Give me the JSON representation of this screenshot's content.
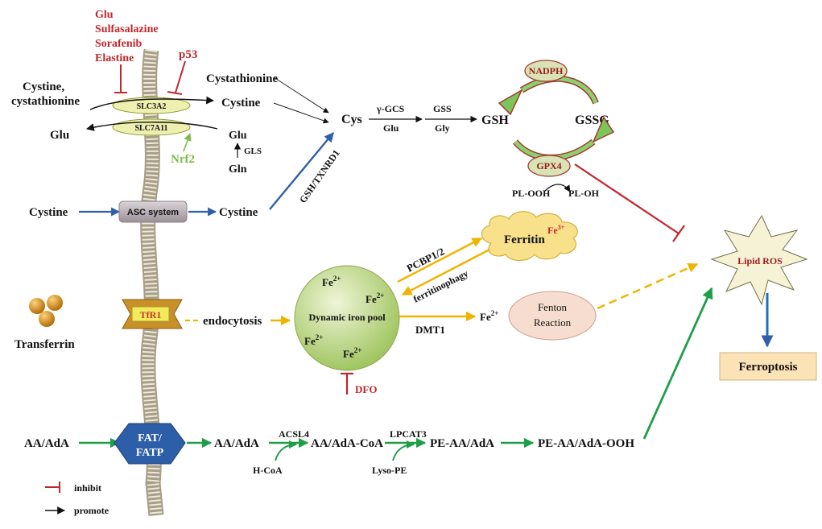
{
  "colors": {
    "inhibit": "#c0262c",
    "promote": "#111111",
    "green_arrow": "#1f9e48",
    "blue_arrow": "#2e5fa8",
    "yellow_arrow": "#f0b400",
    "membrane": "#c8c2b0",
    "ferroptosis_box": "#fbe3b6"
  },
  "inhibitors": {
    "list": [
      "Glu",
      "Sulfasalazine",
      "Sorafenib",
      "Elastine"
    ],
    "p53": "p53",
    "nrf2": "Nrf2",
    "dfo": "DFO"
  },
  "transport": {
    "cystine_cystathionine_1": "Cystine,",
    "cystine_cystathionine_2": "cystathionine",
    "glu_out": "Glu",
    "slc3a2": "SLC3A2",
    "slc7a11": "SLC7A11",
    "cystathionine": "Cystathionine",
    "cystine_in": "Cystine",
    "glu_in": "Glu",
    "gls": "GLS",
    "gln": "Gln",
    "cystine_out2": "Cystine",
    "asc_system": "ASC system",
    "cystine_in2": "Cystine",
    "gsh_txnrd1": "GSH/TXNRD1"
  },
  "gsh_pathway": {
    "cys": "Cys",
    "gamma_gcs": "γ-GCS",
    "glu": "Glu",
    "gss": "GSS",
    "gly": "Gly",
    "gsh": "GSH",
    "gssg": "GSSG",
    "nadph": "NADPH",
    "gpx4": "GPX4",
    "pl_ooh": "PL-OOH",
    "pl_oh": "PL-OH"
  },
  "iron": {
    "transferrin": "Transferrin",
    "tfr1": "TfR1",
    "endocytosis": "endocytosis",
    "pool_label": "Dynamic iron pool",
    "fe2": "Fe",
    "fe2_sup": "2+",
    "fe3_sup": "3+",
    "ferritin": "Ferritin",
    "pcbp": "PCBP1/2",
    "ferritinophagy": "ferritinophagy",
    "dmt1": "DMT1",
    "fenton_1": "Fenton",
    "fenton_2": "Reaction"
  },
  "lipid": {
    "aa_ada": "AA/AdA",
    "fat_1": "FAT/",
    "fat_2": "FATP",
    "aa_ada_in": "AA/AdA",
    "acsl4": "ACSL4",
    "hcoa": "H-CoA",
    "aa_ada_coa": "AA/AdA-CoA",
    "lpcat3": "LPCAT3",
    "lyso_pe": "Lyso-PE",
    "pe_aa_ada": "PE-AA/AdA",
    "pe_aa_ada_ooh": "PE-AA/AdA-OOH"
  },
  "outcome": {
    "lipid_ros": "Lipid ROS",
    "ferroptosis": "Ferroptosis"
  },
  "legend": {
    "inhibit": "inhibit",
    "promote": "promote"
  }
}
